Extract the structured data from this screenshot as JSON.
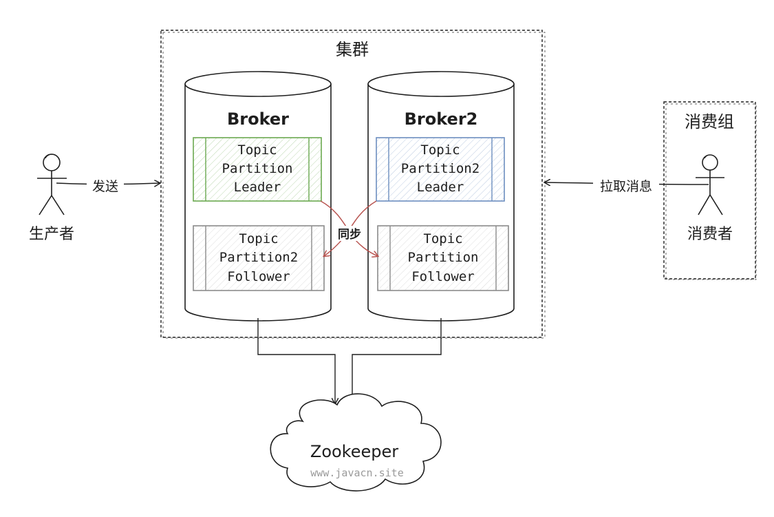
{
  "cluster": {
    "label": "集群"
  },
  "brokers": [
    {
      "title": "Broker",
      "leader": {
        "lines": [
          "Topic",
          "Partition",
          "Leader"
        ],
        "color": "#6aa84f"
      },
      "follower": {
        "lines": [
          "Topic",
          "Partition2",
          "Follower"
        ],
        "color": "#8a8a8a"
      }
    },
    {
      "title": "Broker2",
      "leader": {
        "lines": [
          "Topic",
          "Partition2",
          "Leader"
        ],
        "color": "#6c8ebf"
      },
      "follower": {
        "lines": [
          "Topic",
          "Partition",
          "Follower"
        ],
        "color": "#8a8a8a"
      }
    }
  ],
  "sync": {
    "label": "同步",
    "color": "#b85450"
  },
  "producer": {
    "label": "生产者",
    "edge_label": "发送"
  },
  "consumer_group": {
    "label": "消费组",
    "consumer_label": "消费者",
    "edge_label": "拉取消息"
  },
  "zookeeper": {
    "label": "Zookeeper",
    "watermark": "www.javacn.site"
  },
  "colors": {
    "stroke": "#1e1e1e",
    "watermark": "#9a9a9a"
  }
}
